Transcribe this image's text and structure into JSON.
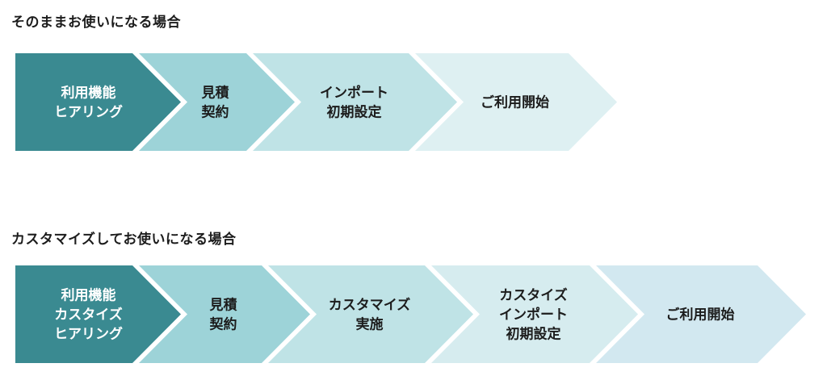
{
  "flows": [
    {
      "title": "そのままお使いになる場合",
      "steps": [
        {
          "lines": [
            "利用機能",
            "ヒアリング"
          ],
          "fill": "#3a8a91",
          "text_color": "#ffffff"
        },
        {
          "lines": [
            "見積",
            "契約"
          ],
          "fill": "#9dd3d8",
          "text_color": "#1c1c1c"
        },
        {
          "lines": [
            "インポート",
            "初期設定"
          ],
          "fill": "#bfe3e6",
          "text_color": "#1c1c1c"
        },
        {
          "lines": [
            "ご利用開始"
          ],
          "fill": "#def0f2",
          "text_color": "#1c1c1c"
        }
      ]
    },
    {
      "title": "カスタマイズしてお使いになる場合",
      "steps": [
        {
          "lines": [
            "利用機能",
            "カスタイズ",
            "ヒアリング"
          ],
          "fill": "#3a8a91",
          "text_color": "#ffffff"
        },
        {
          "lines": [
            "見積",
            "契約"
          ],
          "fill": "#9dd3d8",
          "text_color": "#1c1c1c"
        },
        {
          "lines": [
            "カスタマイズ",
            "実施"
          ],
          "fill": "#bfe3e6",
          "text_color": "#1c1c1c"
        },
        {
          "lines": [
            "カスタイズ",
            "インポート",
            "初期設定"
          ],
          "fill": "#d6ecef",
          "text_color": "#1c1c1c"
        },
        {
          "lines": [
            "ご利用開始"
          ],
          "fill": "#d2e8f0",
          "text_color": "#1c1c1c"
        }
      ]
    }
  ]
}
